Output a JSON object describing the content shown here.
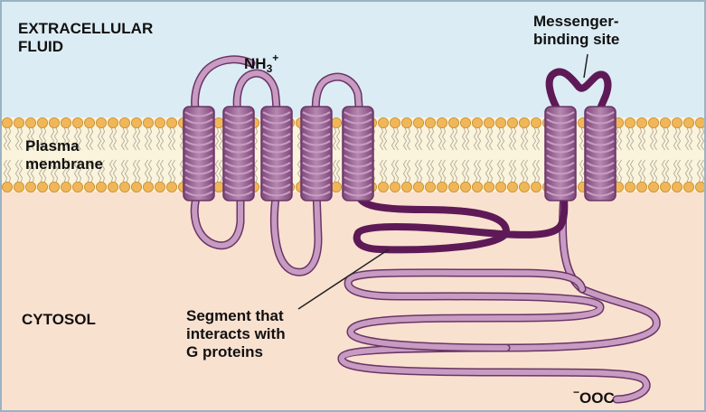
{
  "labels": {
    "extracellular": "EXTRACELLULAR\nFLUID",
    "plasma_membrane": "Plasma\nmembrane",
    "cytosol": "CYTOSOL",
    "nh3_base": "NH",
    "nh3_sub": "3",
    "nh3_sup": "+",
    "messenger_site": "Messenger-\nbinding site",
    "g_protein_segment": "Segment that\ninteracts with\nG proteins",
    "cooh_sup": "−",
    "cooh_base": "OOC"
  },
  "colors": {
    "extracellular_bg": "#dcecf4",
    "cytosol_bg": "#f9e1d0",
    "membrane_core": "#fbf4dc",
    "lipid_head": "#f0b75a",
    "lipid_head_edge": "#c98a2a",
    "lipid_tail": "#b8b0a0",
    "protein_light": "#c79bc2",
    "protein_light_edge": "#6a3566",
    "protein_dark": "#5e1a57",
    "leader_line": "#222222"
  }
}
